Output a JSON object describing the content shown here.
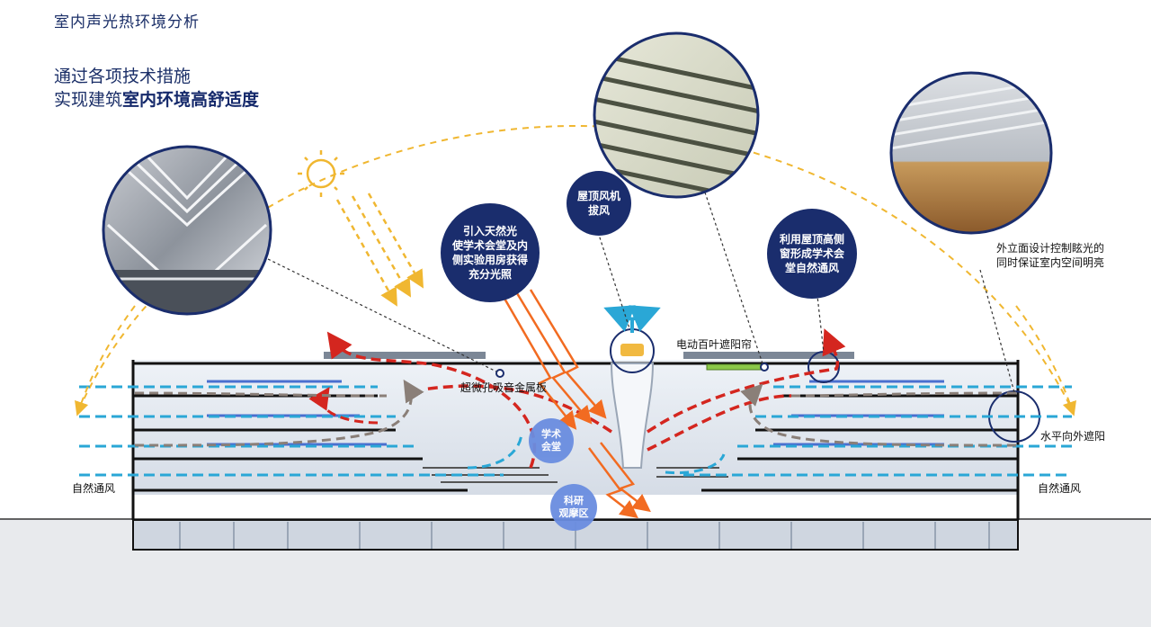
{
  "header": {
    "section_title": "室内声光热环境分析",
    "tagline_line1": "通过各项技术措施",
    "tagline_line2_prefix": "实现建筑",
    "tagline_line2_emphasis": "室内环境高舒适度"
  },
  "callouts": {
    "daylight": [
      "引入天然光",
      "使学术会堂及内",
      "侧实验用房获得",
      "充分光照"
    ],
    "roof_fan": [
      "屋顶风机",
      "拔风"
    ],
    "high_window": [
      "利用屋顶高侧",
      "窗形成学术会",
      "堂自然通风"
    ]
  },
  "zones": {
    "academic_hall": [
      "学术",
      "会堂"
    ],
    "observation": [
      "科研",
      "观摩区"
    ]
  },
  "labels": {
    "facade": [
      "外立面设计控制眩光的",
      "同时保证室内空间明亮"
    ],
    "blinds": "电动百叶遮阳帘",
    "acoustic_panel": "超微孔吸音金属板",
    "horizontal_shading": "水平向外遮阳",
    "natural_vent_left": "自然通风",
    "natural_vent_right": "自然通风"
  },
  "icons": [
    "sun-icon",
    "exhaust-arrows-icon"
  ],
  "colors": {
    "navy": "#1a2d6d",
    "zone_blue": "#6a8de0",
    "warm_air": "#d4261f",
    "cool_air": "#2aa7d6",
    "return_air": "#8a7f78",
    "sunlight": "#f0b731",
    "daylight_ray": "#f26b21",
    "slab_blue": "#4a6fcf"
  }
}
